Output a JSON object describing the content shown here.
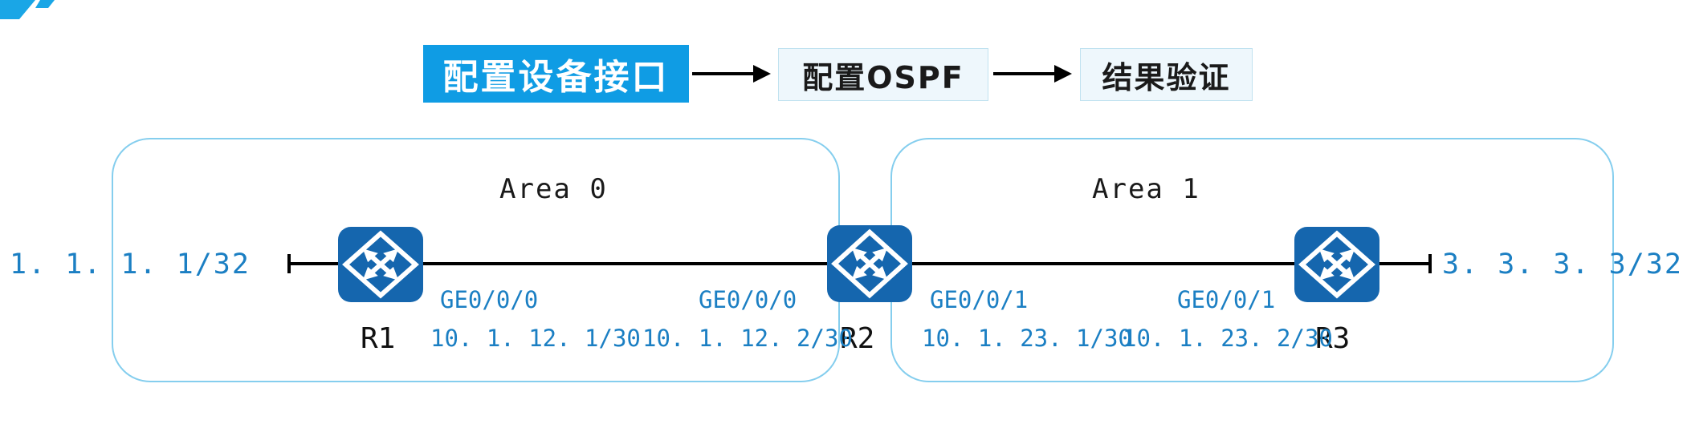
{
  "flow": {
    "steps": [
      {
        "label": "配置设备接口"
      },
      {
        "label": "配置OSPF"
      },
      {
        "label": "结果验证"
      }
    ]
  },
  "topology": {
    "area0_label": "Area 0",
    "area1_label": "Area 1",
    "left_loopback": "1. 1. 1. 1/32",
    "right_loopback": "3. 3. 3. 3/32",
    "routers": [
      {
        "name": "R1"
      },
      {
        "name": "R2"
      },
      {
        "name": "R3"
      }
    ],
    "interfaces": [
      {
        "router": "R1",
        "port": "GE0/0/0",
        "ip": "10. 1. 12. 1/30"
      },
      {
        "router": "R2",
        "port": "GE0/0/0",
        "ip": "10. 1. 12. 2/30"
      },
      {
        "router": "R2",
        "port": "GE0/0/1",
        "ip": "10. 1. 23. 1/30"
      },
      {
        "router": "R3",
        "port": "GE0/0/1",
        "ip": "10. 1. 23. 2/30"
      }
    ]
  },
  "icons": {
    "router": "router-diamond-arrows-icon",
    "logo": "logo-fragment-icon"
  },
  "colors": {
    "primary_step_bg": "#0f9ce4",
    "secondary_step_bg": "#eef7fc",
    "secondary_step_border": "#c0e2f0",
    "area_border": "#85ceee",
    "router_fill": "#1566ae",
    "label_blue": "#1b7fc3",
    "line_black": "#000000"
  }
}
